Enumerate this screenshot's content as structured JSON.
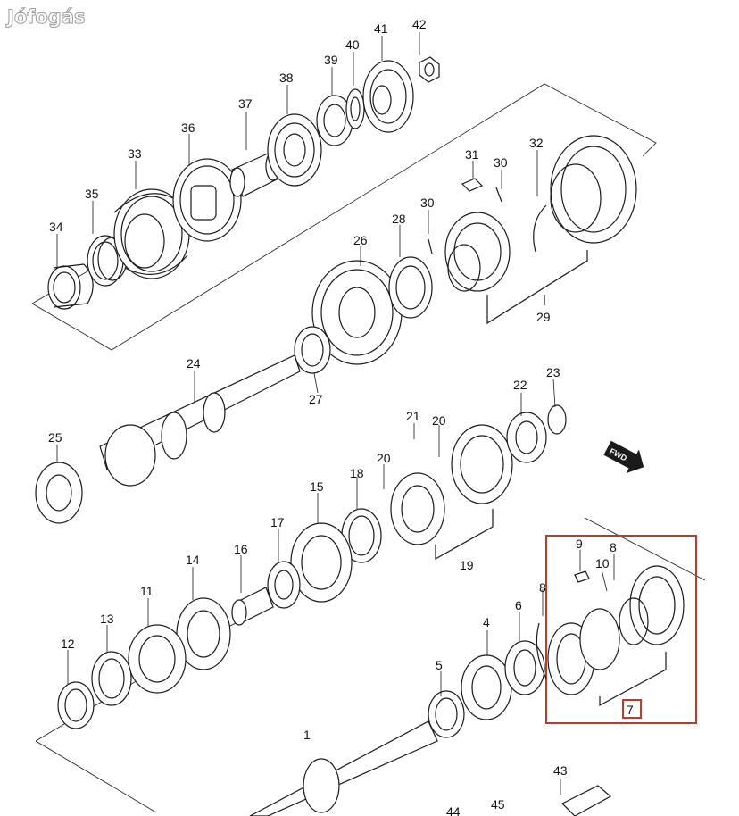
{
  "watermark": "Jófogás",
  "fwd_label": "FWD",
  "highlight_color": "#c0392b",
  "highlight_label": "7",
  "part_labels": [
    "1",
    "4",
    "5",
    "6",
    "7",
    "8",
    "8",
    "9",
    "10",
    "11",
    "12",
    "13",
    "14",
    "15",
    "16",
    "17",
    "18",
    "19",
    "20",
    "20",
    "21",
    "22",
    "23",
    "24",
    "25",
    "26",
    "27",
    "28",
    "29",
    "30",
    "30",
    "31",
    "32",
    "33",
    "34",
    "35",
    "36",
    "37",
    "38",
    "39",
    "40",
    "41",
    "42",
    "43",
    "44",
    "45"
  ]
}
